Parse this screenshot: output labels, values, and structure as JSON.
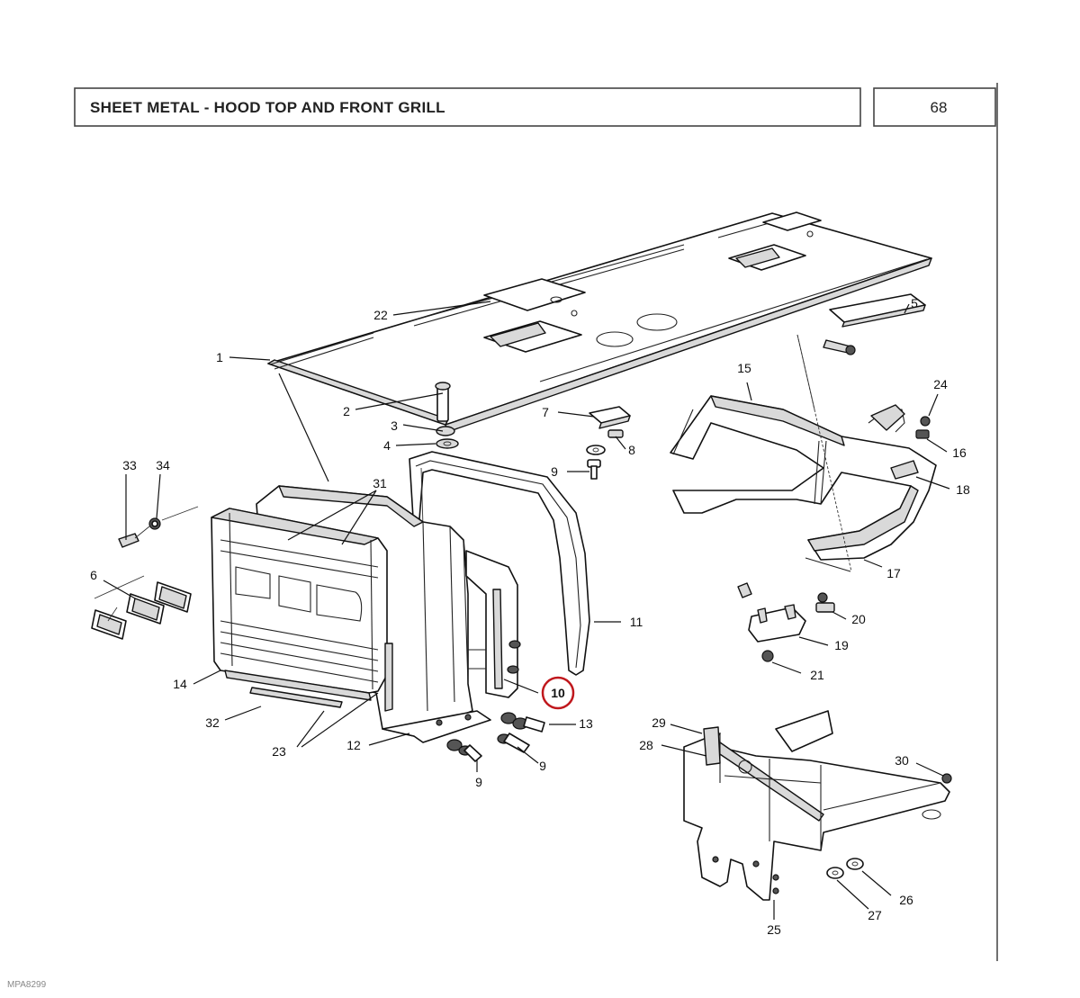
{
  "header": {
    "title": "SHEET METAL - HOOD TOP AND FRONT GRILL",
    "page_number": "68"
  },
  "footer": {
    "code": "MPA8299"
  },
  "highlight_color": "#c0181d",
  "callouts": {
    "c1": "1",
    "c2": "2",
    "c3": "3",
    "c4": "4",
    "c5": "5",
    "c6": "6",
    "c7": "7",
    "c8": "8",
    "c9a": "9",
    "c9b": "9",
    "c9c": "9",
    "c10": "10",
    "c11": "11",
    "c12": "12",
    "c13": "13",
    "c14": "14",
    "c15": "15",
    "c16a": "16",
    "c17": "17",
    "c18": "18",
    "c19": "19",
    "c20": "20",
    "c21": "21",
    "c22": "22",
    "c23": "23",
    "c24": "24",
    "c25": "25",
    "c26": "26",
    "c27": "27",
    "c28": "28",
    "c29": "29",
    "c30": "30",
    "c31": "31",
    "c32": "32",
    "c33": "33",
    "c34": "34"
  }
}
